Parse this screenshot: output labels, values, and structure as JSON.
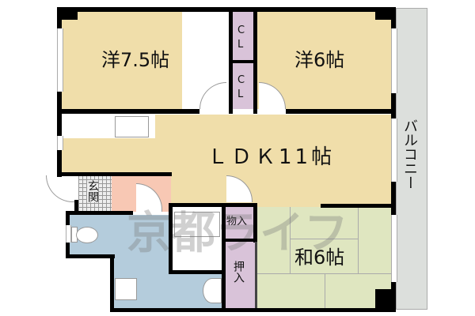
{
  "floor_plan": {
    "rooms": {
      "western_room_1": {
        "label": "洋7.5帖",
        "color": "#f0deaa"
      },
      "western_room_2": {
        "label": "洋6帖",
        "color": "#f0deaa"
      },
      "closet_1": {
        "label": "CL",
        "color": "#d9c3d9"
      },
      "closet_2": {
        "label": "CL",
        "color": "#d9c3d9"
      },
      "ldk": {
        "label": "ＬＤＫ11帖",
        "color": "#f0deaa"
      },
      "entrance": {
        "label": "玄関",
        "color": "#e8e8e8"
      },
      "hallway": {
        "color": "#f8c8b4"
      },
      "toilet": {
        "color": "#b4ccdc"
      },
      "washroom": {
        "color": "#b4ccdc"
      },
      "bathroom": {
        "color": "#ffffff"
      },
      "storage": {
        "label": "物入",
        "color": "#d9c3d9"
      },
      "oshiire": {
        "label": "押入",
        "color": "#d9c3d9"
      },
      "japanese_room": {
        "label": "和6帖",
        "color": "#dfe6c0"
      },
      "balcony": {
        "label": "バルコニー",
        "color": "#dcdfdc"
      }
    },
    "watermark": {
      "text": "京都ライフ"
    },
    "wall_color": "#000000"
  }
}
